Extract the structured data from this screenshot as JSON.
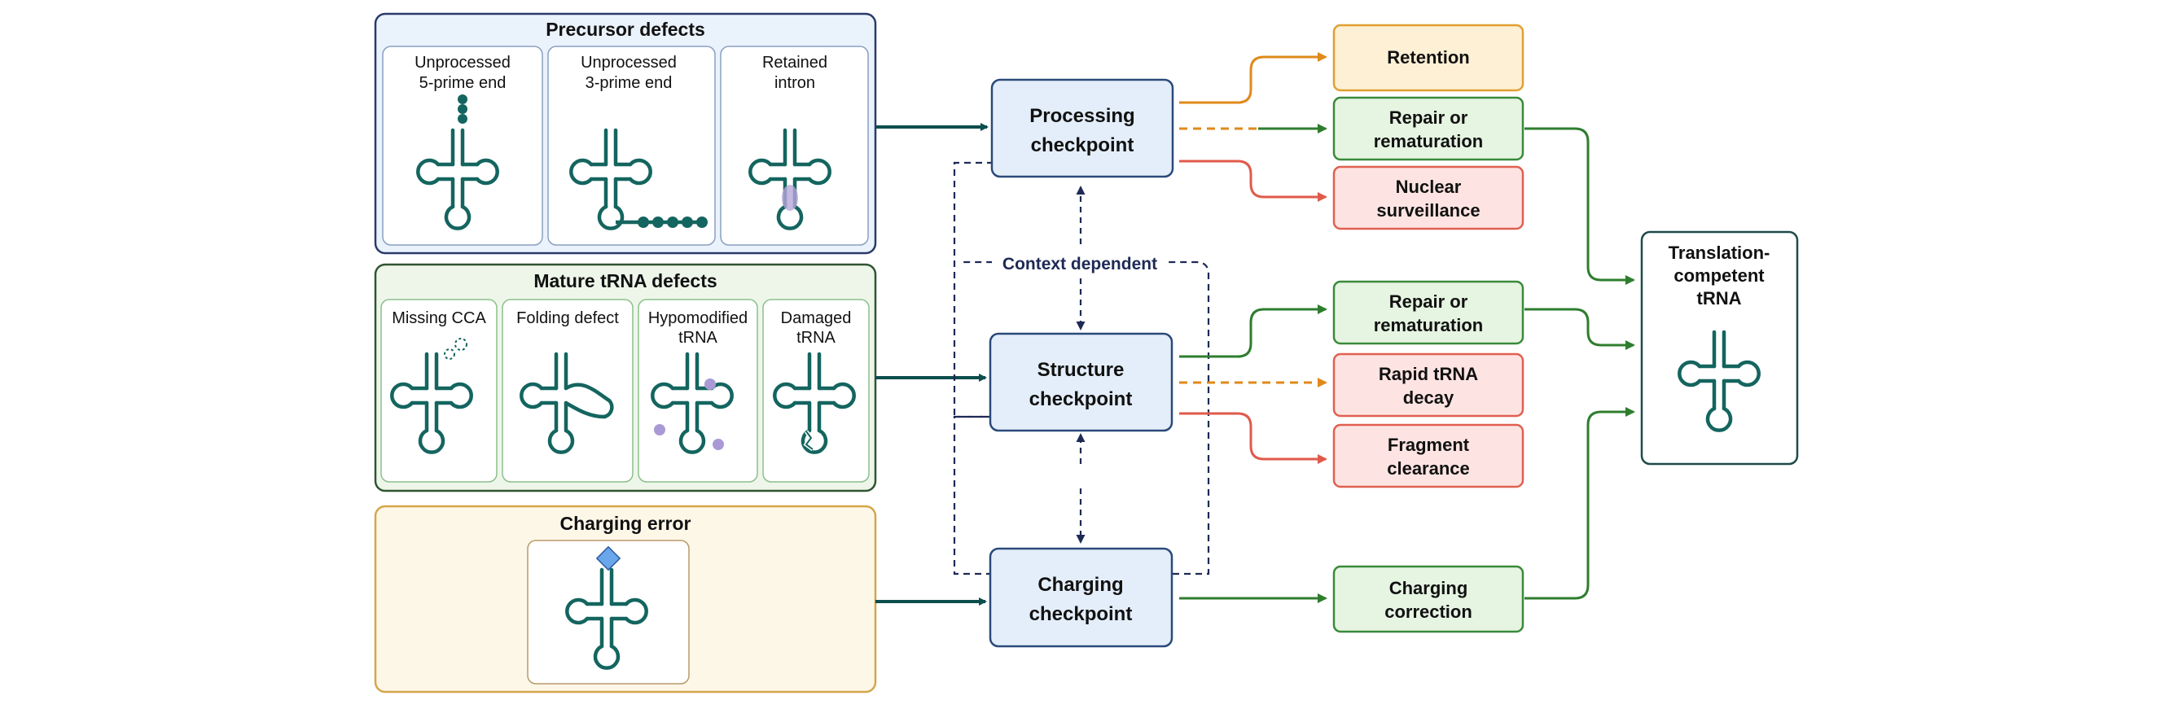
{
  "groups": {
    "precursor": {
      "title": "Precursor defects",
      "items": [
        {
          "line1": "Unprocessed",
          "line2": "5-prime end"
        },
        {
          "line1": "Unprocessed",
          "line2": "3-prime end"
        },
        {
          "line1": "Retained",
          "line2": "intron"
        }
      ]
    },
    "mature": {
      "title": "Mature tRNA defects",
      "items": [
        {
          "line1": "Missing CCA",
          "line2": ""
        },
        {
          "line1": "Folding defect",
          "line2": ""
        },
        {
          "line1": "Hypomodified",
          "line2": "tRNA"
        },
        {
          "line1": "Damaged",
          "line2": "tRNA"
        }
      ]
    },
    "charging": {
      "title": "Charging error"
    }
  },
  "checkpoints": {
    "processing": {
      "line1": "Processing",
      "line2": "checkpoint"
    },
    "structure": {
      "line1": "Structure",
      "line2": "checkpoint"
    },
    "charging": {
      "line1": "Charging",
      "line2": "checkpoint"
    },
    "context_label": "Context dependent"
  },
  "outcomes": {
    "retention": {
      "line1": "Retention"
    },
    "repair1": {
      "line1": "Repair or",
      "line2": "rematuration"
    },
    "nuclear": {
      "line1": "Nuclear",
      "line2": "surveillance"
    },
    "repair2": {
      "line1": "Repair or",
      "line2": "rematuration"
    },
    "rapid": {
      "line1": "Rapid tRNA",
      "line2": "decay"
    },
    "fragment": {
      "line1": "Fragment",
      "line2": "clearance"
    },
    "charging_correction": {
      "line1": "Charging",
      "line2": "correction"
    }
  },
  "final": {
    "line1": "Translation-",
    "line2": "competent",
    "line3": "tRNA"
  },
  "colors": {
    "precursor_fill": "#eaf2fc",
    "precursor_border": "#2a3a6a",
    "mature_fill": "#eef6ea",
    "mature_border": "#2f5530",
    "charging_fill": "#fdf7e8",
    "charging_border": "#d4a64a",
    "checkpoint_fill": "#e4eefa",
    "checkpoint_border": "#2a4a7a",
    "retention_fill": "#fdf0d5",
    "retention_border": "#e0a030",
    "repair_fill": "#e6f4e2",
    "repair_border": "#3a8a3a",
    "decay_fill": "#fde4e2",
    "decay_border": "#e06050",
    "trna_stroke": "#14655f",
    "arrow_main": "#0d4d4d",
    "arrow_orange": "#e0891a",
    "arrow_green": "#2e7d2e",
    "arrow_red": "#e05a4a",
    "dashed_navy": "#1e2a55"
  },
  "icons": [
    "trna-cloverleaf-icon",
    "five-prime-leader-icon",
    "three-prime-trailer-icon",
    "intron-icon",
    "missing-cca-icon",
    "modification-icon",
    "damage-icon",
    "amino-acid-diamond-icon"
  ]
}
